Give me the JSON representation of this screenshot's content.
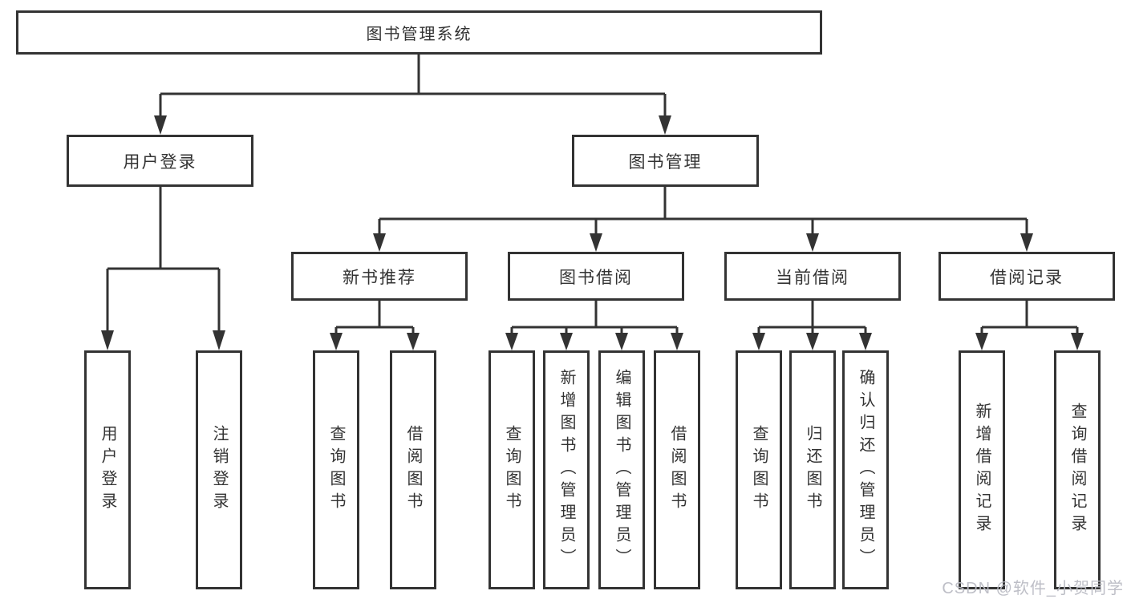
{
  "tree": {
    "label": "图书管理系统",
    "children": [
      {
        "label": "用户登录",
        "children": [
          {
            "label": "用户登录"
          },
          {
            "label": "注销登录"
          }
        ]
      },
      {
        "label": "图书管理",
        "children": [
          {
            "label": "新书推荐",
            "children": [
              {
                "label": "查询图书"
              },
              {
                "label": "借阅图书"
              }
            ]
          },
          {
            "label": "图书借阅",
            "children": [
              {
                "label": "查询图书"
              },
              {
                "label": "新增图书（管理员）"
              },
              {
                "label": "编辑图书（管理员）"
              },
              {
                "label": "借阅图书"
              }
            ]
          },
          {
            "label": "当前借阅",
            "children": [
              {
                "label": "查询图书"
              },
              {
                "label": "归还图书"
              },
              {
                "label": "确认归还（管理员）"
              }
            ]
          },
          {
            "label": "借阅记录",
            "children": [
              {
                "label": "新增借阅记录"
              },
              {
                "label": "查询借阅记录"
              }
            ]
          }
        ]
      }
    ]
  },
  "watermark": {
    "text": "CSDN @软件_小贺同学"
  },
  "colors": {
    "line": "#333333",
    "text": "#333333",
    "box_background": "#ffffff",
    "watermark": "#babcc4"
  }
}
